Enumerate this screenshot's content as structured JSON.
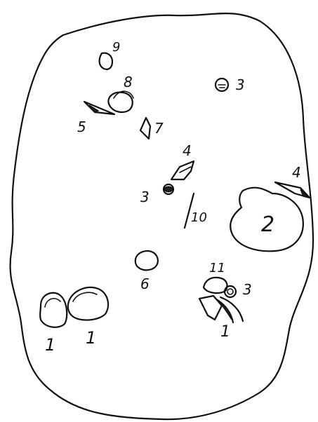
{
  "labels": {
    "l9": "9",
    "l8": "8",
    "l5": "5",
    "l7": "7",
    "l3_top": "3",
    "l4_mid": "4",
    "l3_mid": "3",
    "l10": "10",
    "l4_right": "4",
    "l2": "2",
    "l6": "6",
    "l11": "11",
    "l3_low": "3",
    "l1_low": "1",
    "l1_a": "1",
    "l1_b": "1"
  },
  "colors": {
    "ink": "#111111",
    "paper": "#ffffff"
  }
}
